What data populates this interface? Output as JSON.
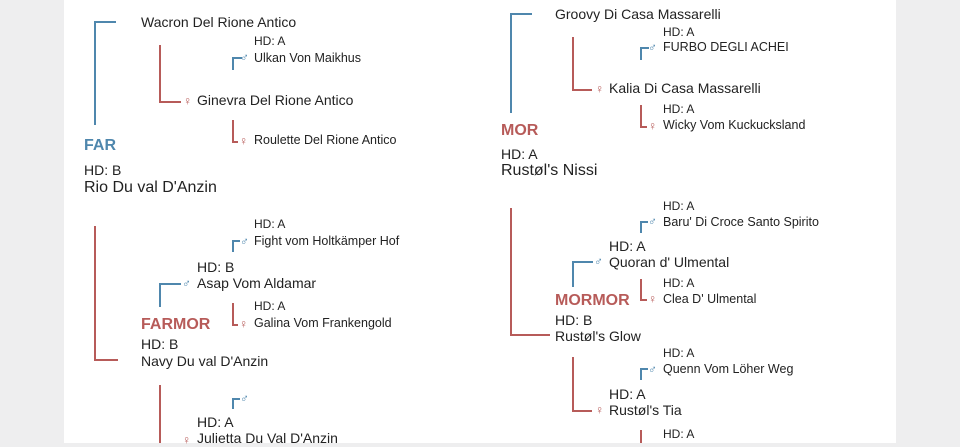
{
  "colors": {
    "male": "#4f87ad",
    "female": "#b75b59"
  },
  "symbols": {
    "male": "♂",
    "female": "♀"
  },
  "left": {
    "sire_sire": "Wacron Del Rione Antico",
    "sire_sire_hd": "HD: A",
    "sire_sire_sire": "Ulkan Von Maikhus",
    "sire_sire_dam": "Ginevra Del Rione Antico",
    "sire_sire_dam_dam": "Roulette Del Rione Antico",
    "far_label": "FAR",
    "far_hd": "HD: B",
    "far_name": "Rio Du val D'Anzin",
    "fm_sire_sire_hd": "HD: A",
    "fm_sire_sire": "Fight vom Holtkämper Hof",
    "fm_sire_hd": "HD: B",
    "fm_sire": "Asap Vom Aldamar",
    "fm_dam_hd": "HD: A",
    "fm_dam": "Galina Vom Frankengold",
    "farmor_label": "FARMOR",
    "farmor_hd": "HD: B",
    "farmor_name": "Navy Du val D'Anzin",
    "bottom_hd": "HD: A",
    "bottom_name": "Julietta Du Val D'Anzin"
  },
  "right": {
    "ms_sire": "Groovy Di Casa Massarelli",
    "ms_sire_sire_hd": "HD: A",
    "ms_sire_sire": "FURBO DEGLI ACHEI",
    "ms_dam": "Kalia Di Casa Massarelli",
    "ms_dam_dam_hd": "HD: A",
    "ms_dam_dam": "Wicky Vom Kuckucksland",
    "mor_label": "MOR",
    "mor_hd": "HD: A",
    "mor_name": "Rustøl's Nissi",
    "mm_s_s_hd": "HD: A",
    "mm_s_s": "Baru' Di Croce Santo Spirito",
    "mm_sire_hd": "HD: A",
    "mm_sire": "Quoran d' Ulmental",
    "mm_s_d_hd": "HD: A",
    "mm_s_d": "Clea D' Ulmental",
    "mormor_label": "MORMOR",
    "mormor_hd": "HD: B",
    "mormor_name": "Rustøl's Glow",
    "mm_d_s_hd": "HD: A",
    "mm_d_s": "Quenn Vom Löher Weg",
    "mm_dam_hd": "HD: A",
    "mm_dam": "Rustøl's Tia",
    "last_hd": "HD: A"
  }
}
